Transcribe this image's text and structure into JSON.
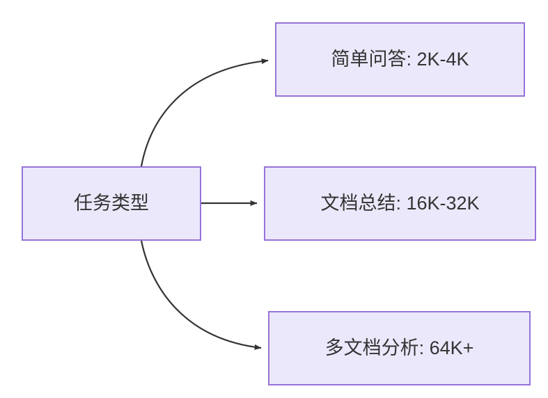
{
  "diagram": {
    "type": "flowchart",
    "direction": "left-to-right",
    "background_color": "#ffffff",
    "node_fill_color": "#ece8fb",
    "node_border_color": "#9673d8",
    "node_text_color": "#333333",
    "edge_color": "#333333",
    "nodes": [
      {
        "id": "root",
        "label": "任务类型"
      },
      {
        "id": "simple",
        "label": "简单问答: 2K-4K"
      },
      {
        "id": "doc",
        "label": "文档总结: 16K-32K"
      },
      {
        "id": "multi",
        "label": "多文档分析: 64K+"
      }
    ],
    "edges": [
      {
        "from": "root",
        "to": "simple",
        "label": "",
        "style": "curved-arrow"
      },
      {
        "from": "root",
        "to": "doc",
        "label": "",
        "style": "straight-arrow"
      },
      {
        "from": "root",
        "to": "multi",
        "label": "",
        "style": "curved-arrow"
      }
    ]
  }
}
